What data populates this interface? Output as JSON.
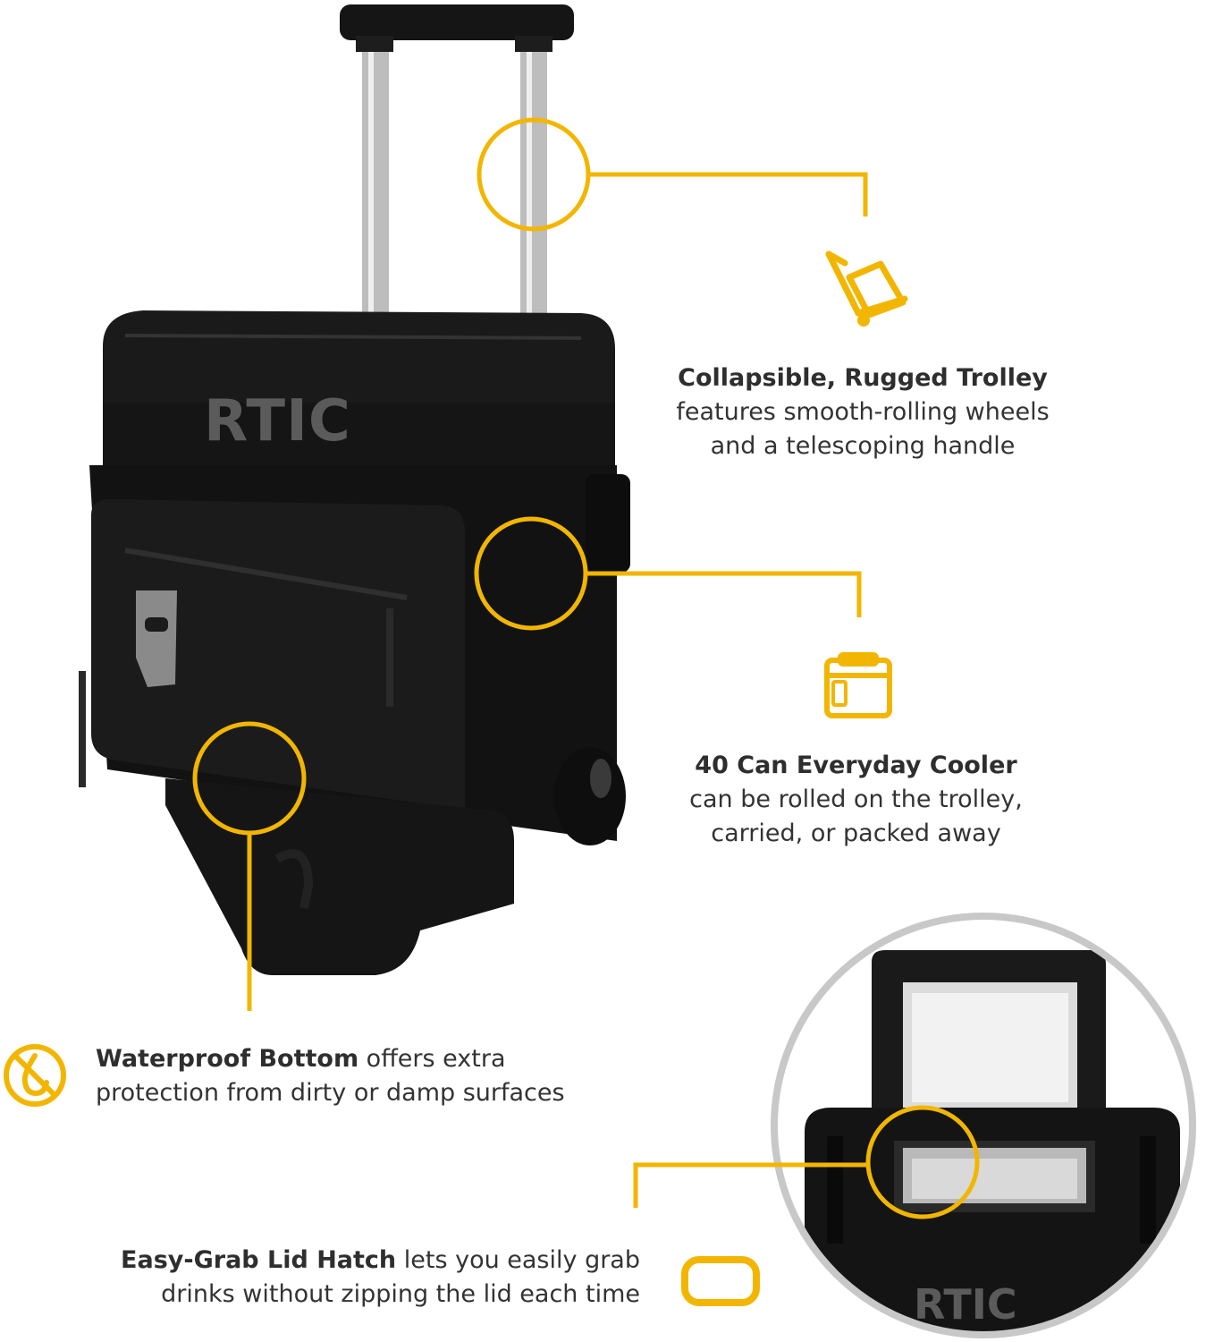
{
  "brand": {
    "logo_text": "RTIC",
    "accent_color": "#f2b600"
  },
  "features": {
    "trolley": {
      "title": "Collapsible, Rugged Trolley",
      "line1": "features smooth-rolling wheels",
      "line2": "and a telescoping handle",
      "icon": "trolley-icon"
    },
    "cooler": {
      "title": "40 Can Everyday Cooler",
      "line1": "can be rolled on the trolley,",
      "line2": "carried, or packed away",
      "icon": "cooler-icon"
    },
    "bottom": {
      "title": "Waterproof Bottom",
      "line1_rest": " offers extra",
      "line2": "protection from dirty or damp surfaces",
      "icon": "waterproof-icon"
    },
    "hatch": {
      "title": "Easy-Grab Lid Hatch",
      "line1_rest": " lets you easily grab",
      "line2": "drinks without zipping the lid each time",
      "icon": "lid-hatch-icon"
    }
  }
}
